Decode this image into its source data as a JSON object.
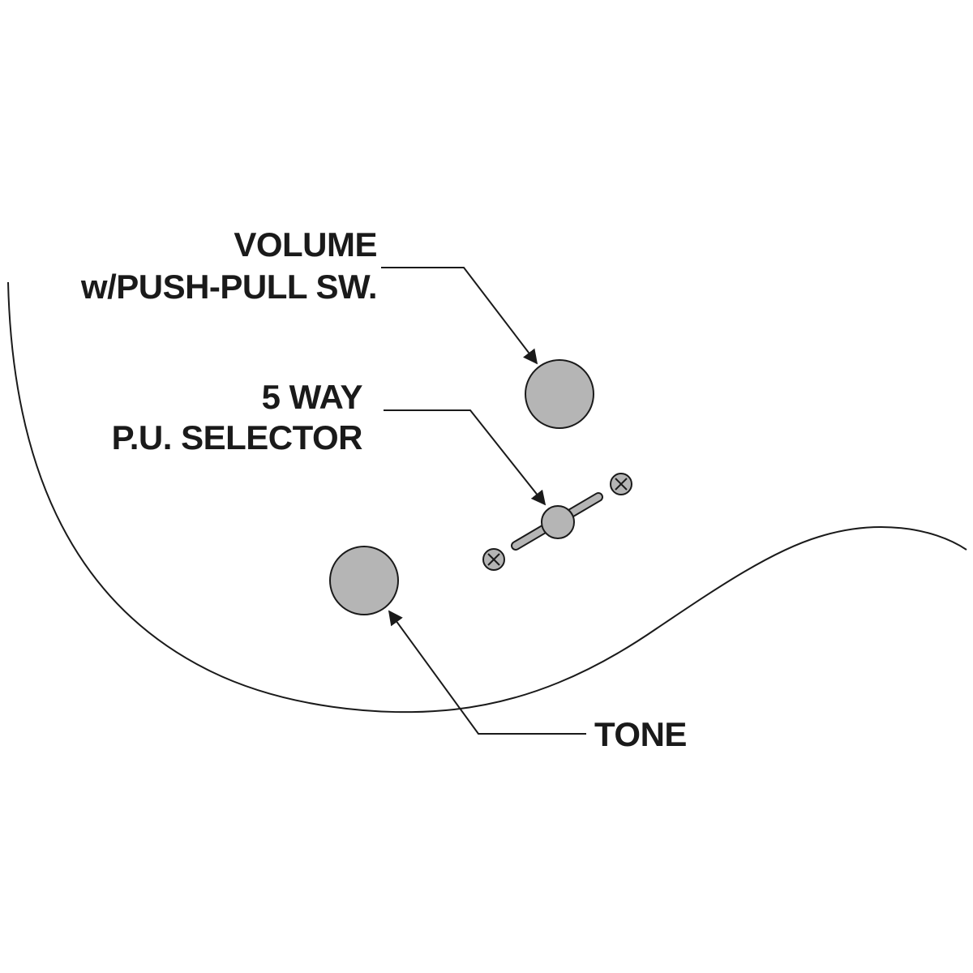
{
  "labels": {
    "volume_line1": "VOLUME",
    "volume_line2": "w/PUSH-PULL SW.",
    "selector_line1": "5 WAY",
    "selector_line2": "P.U. SELECTOR",
    "tone": "TONE"
  },
  "colors": {
    "line": "#1a1a1a",
    "knob_fill": "#b5b5b5",
    "background": "#ffffff"
  }
}
